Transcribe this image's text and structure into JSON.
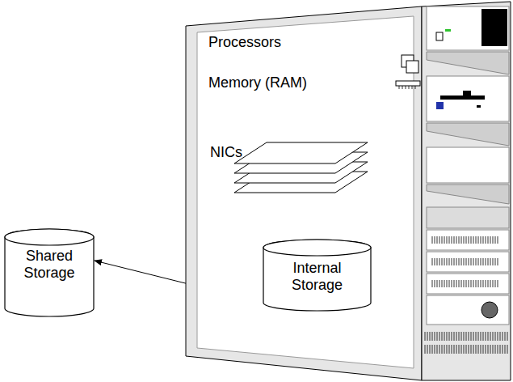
{
  "diagram": {
    "nodes": [
      {
        "text": [
          "Shared Storage"
        ]
      },
      {
        "text": [
          "Processors",
          "Memory (RAM)",
          "NICs"
        ]
      },
      {
        "text": [
          "Internal Storage"
        ],
        "in": 1
      }
    ],
    "edges": [
      {
        "from": 1,
        "to": 0,
        "arrow": "to"
      }
    ]
  }
}
